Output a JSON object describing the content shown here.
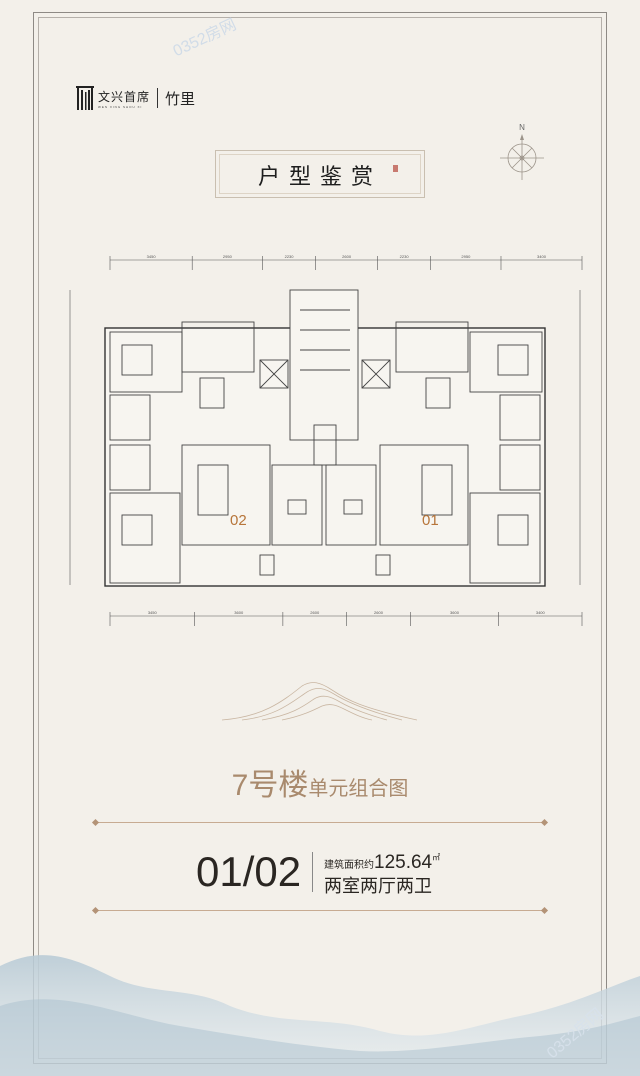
{
  "brand": {
    "name_cn": "文兴首席",
    "name_en": "WEN XING SHOU XI",
    "project": "竹里"
  },
  "watermark": "0352房网",
  "section_title": "户型鉴赏",
  "compass": {
    "north_label": "N"
  },
  "floor_plan": {
    "top_dimensions": [
      "3450",
      "2950",
      "2230",
      "2600",
      "2230",
      "2950",
      "3400"
    ],
    "bottom_dimensions": [
      "3450",
      "3600",
      "2600",
      "2600",
      "3600",
      "3400"
    ],
    "unit_labels": {
      "left": "02",
      "right": "01"
    },
    "unit_label_color": "#b7753a"
  },
  "building": {
    "number": "7号楼",
    "subtitle": "单元组合图"
  },
  "unit": {
    "code": "01/02",
    "area_label": "建筑面积约",
    "area_value": "125.64",
    "area_unit": "㎡",
    "layout": "两室两厅两卫"
  },
  "colors": {
    "background": "#f3f0ea",
    "accent": "#a98a6d",
    "text": "#2a2622"
  }
}
